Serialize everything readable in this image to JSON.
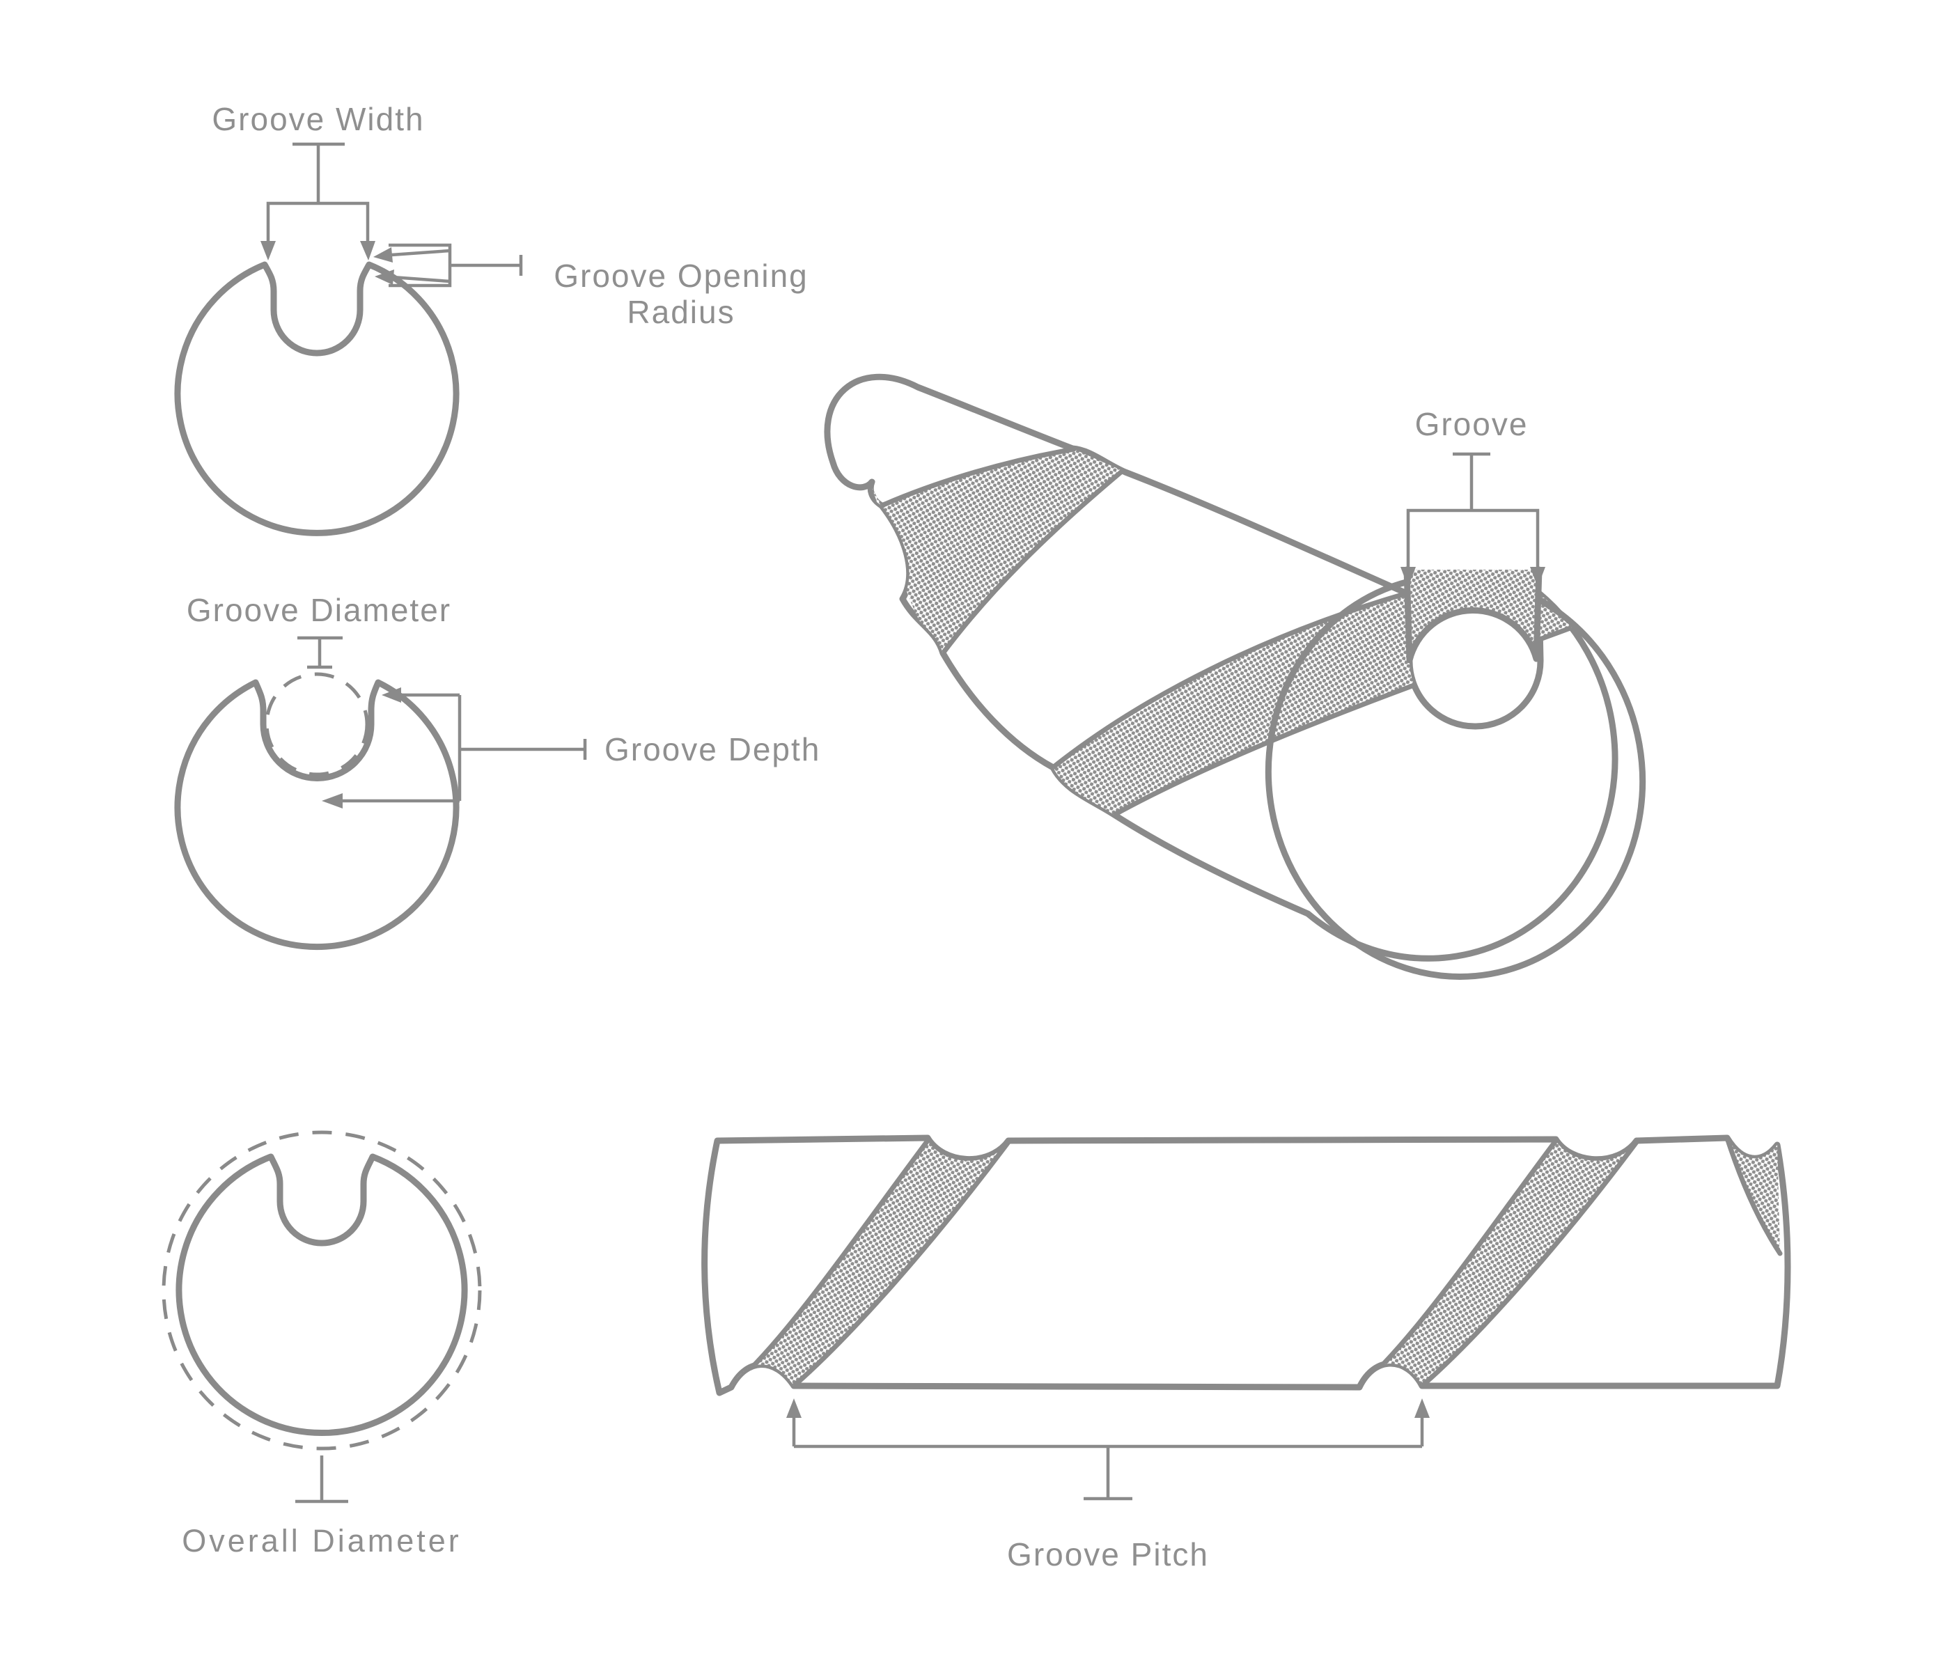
{
  "figure": {
    "type": "technical-diagram",
    "subject": "Grooved cylinder (helical groove) dimension definitions",
    "colors": {
      "background": "#ffffff",
      "line": "#8a8a8a",
      "text": "#8f8f8f",
      "stipple_dot": "#929292"
    },
    "labels": {
      "groove_width": "Groove Width",
      "groove_opening_radius_line1": "Groove Opening",
      "groove_opening_radius_line2": "Radius",
      "groove_diameter": "Groove Diameter",
      "groove_depth": "Groove Depth",
      "overall_diameter": "Overall Diameter",
      "groove": "Groove",
      "groove_pitch": "Groove Pitch"
    },
    "panels": [
      {
        "name": "cross-section-groove-width",
        "callouts": [
          "Groove Width",
          "Groove Opening Radius"
        ]
      },
      {
        "name": "cross-section-groove-diameter",
        "callouts": [
          "Groove Diameter",
          "Groove Depth"
        ]
      },
      {
        "name": "cross-section-overall-diameter",
        "callouts": [
          "Overall Diameter"
        ]
      },
      {
        "name": "perspective-view",
        "callouts": [
          "Groove"
        ]
      },
      {
        "name": "side-view",
        "callouts": [
          "Groove Pitch"
        ]
      }
    ]
  }
}
